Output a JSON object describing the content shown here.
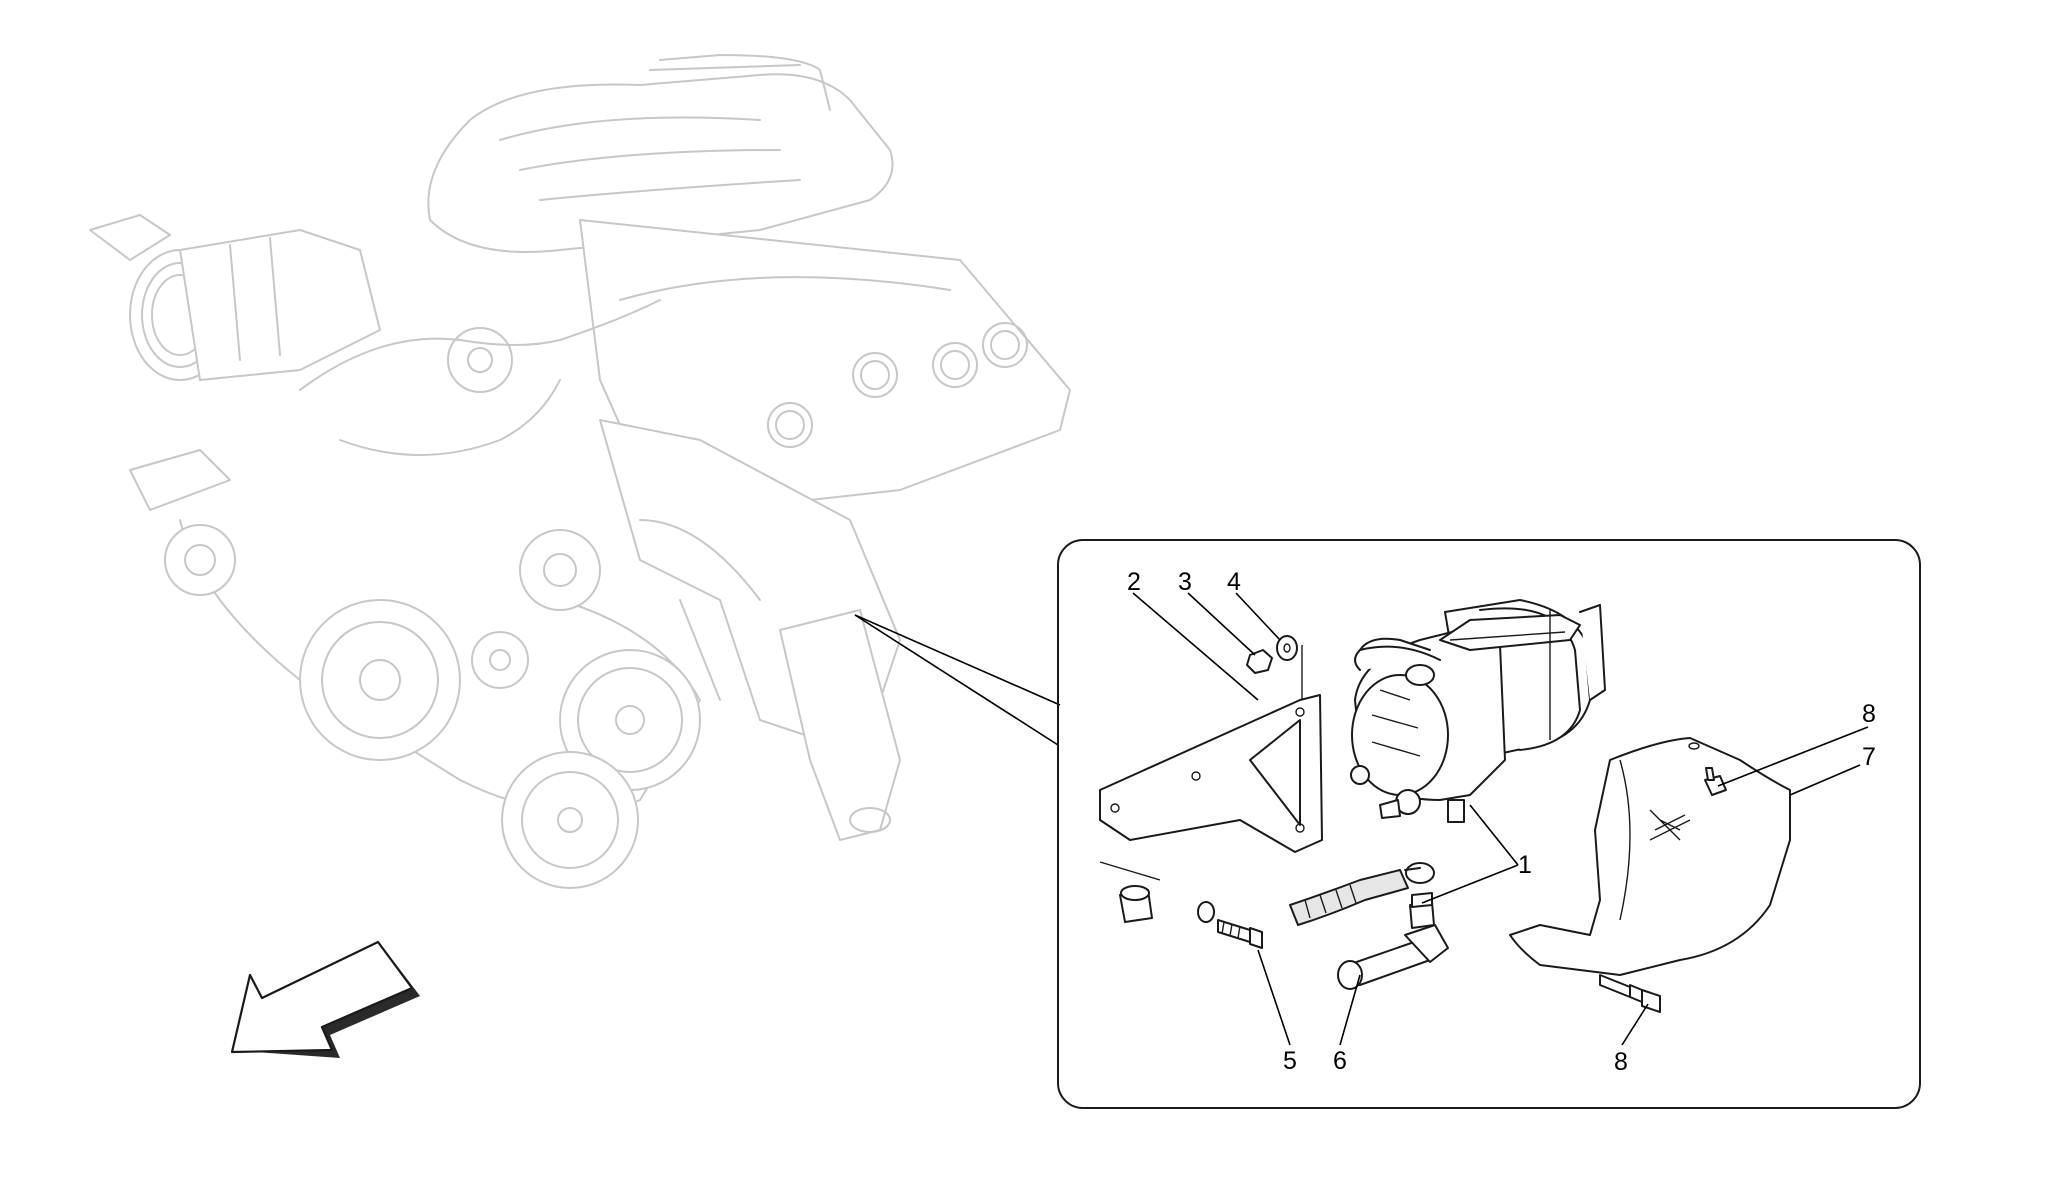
{
  "callouts": [
    {
      "id": "c1",
      "label": "1"
    },
    {
      "id": "c2",
      "label": "2"
    },
    {
      "id": "c3",
      "label": "3"
    },
    {
      "id": "c4",
      "label": "4"
    },
    {
      "id": "c5",
      "label": "5"
    },
    {
      "id": "c6",
      "label": "6"
    },
    {
      "id": "c7",
      "label": "7"
    },
    {
      "id": "c8a",
      "label": "8"
    },
    {
      "id": "c8b",
      "label": "8"
    }
  ],
  "colors": {
    "background": "#ffffff",
    "engine_line": "#c7c7c7",
    "part_line": "#1a1a1a",
    "text": "#000000"
  },
  "icons": [
    "direction-arrow-icon",
    "detail-zoom-pointer"
  ]
}
